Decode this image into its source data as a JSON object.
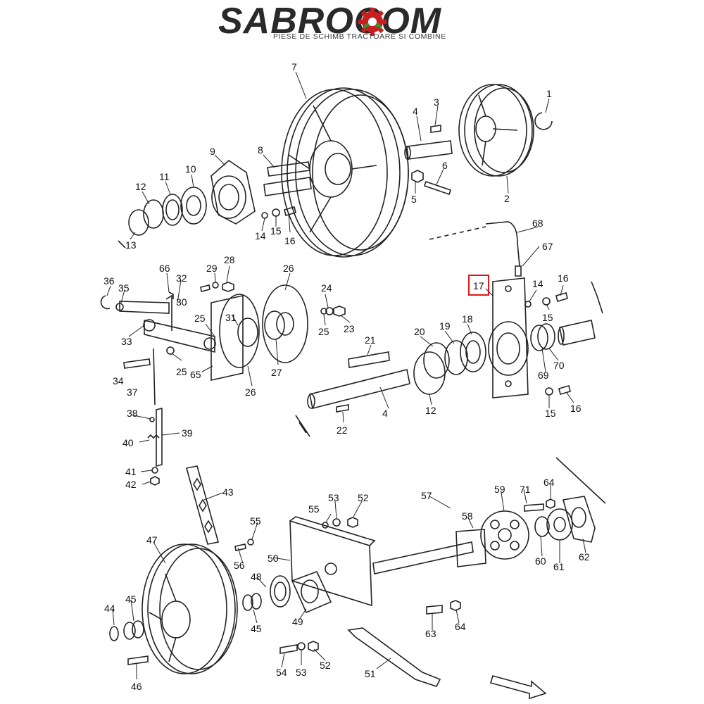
{
  "brand": {
    "title": "SABROCOM",
    "subtitle": "PIESE DE SCHIMB TRACTOARE SI COMBINE",
    "accent_color": "#c81e1e",
    "gear_color": "#3d8b2f",
    "logo_icon": "gear-icon"
  },
  "highlight": {
    "label": "17",
    "color": "#e01818"
  },
  "part_labels": [
    "1",
    "2",
    "3",
    "4",
    "5",
    "6",
    "7",
    "8",
    "9",
    "10",
    "11",
    "12",
    "13",
    "14",
    "15",
    "16",
    "17",
    "18",
    "19",
    "20",
    "21",
    "22",
    "23",
    "24",
    "25",
    "26",
    "27",
    "28",
    "29",
    "30",
    "31",
    "32",
    "33",
    "34",
    "35",
    "36",
    "37",
    "38",
    "39",
    "40",
    "41",
    "42",
    "43",
    "44",
    "45",
    "46",
    "47",
    "48",
    "49",
    "50",
    "51",
    "52",
    "53",
    "54",
    "55",
    "56",
    "57",
    "58",
    "59",
    "60",
    "61",
    "62",
    "63",
    "64",
    "65",
    "66",
    "67",
    "68",
    "69",
    "70",
    "71"
  ]
}
